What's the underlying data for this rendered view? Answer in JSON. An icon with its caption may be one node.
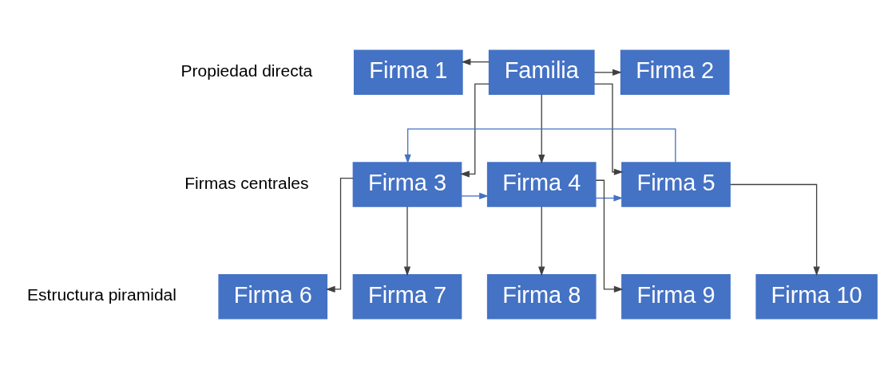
{
  "diagram": {
    "nodes": [
      {
        "text": [
          "Familia"
        ]
      },
      {
        "text": [
          "Firma 1"
        ]
      },
      {
        "text": [
          "Firma 2"
        ]
      },
      {
        "text": [
          "Firma 3"
        ]
      },
      {
        "text": [
          "Firma 4"
        ]
      },
      {
        "text": [
          "Firma 5"
        ]
      },
      {
        "text": [
          "Firma 6"
        ]
      },
      {
        "text": [
          "Firma 7"
        ]
      },
      {
        "text": [
          "Firma 8"
        ]
      },
      {
        "text": [
          "Firma 9"
        ]
      },
      {
        "text": [
          "Firma 10"
        ]
      }
    ],
    "edges": [
      {
        "from": 0,
        "to": 1,
        "arrow": "to"
      },
      {
        "from": 0,
        "to": 2,
        "arrow": "to"
      },
      {
        "from": 0,
        "to": 3,
        "arrow": "to"
      },
      {
        "from": 0,
        "to": 4,
        "arrow": "to"
      },
      {
        "from": 0,
        "to": 5,
        "arrow": "to"
      },
      {
        "from": 3,
        "to": 4,
        "arrow": "to",
        "color": "#4472c4"
      },
      {
        "from": 4,
        "to": 5,
        "arrow": "to",
        "color": "#4472c4"
      },
      {
        "from": 5,
        "to": 3,
        "arrow": "to",
        "color": "#4472c4"
      },
      {
        "from": 3,
        "to": 6,
        "arrow": "to"
      },
      {
        "from": 3,
        "to": 7,
        "arrow": "to"
      },
      {
        "from": 4,
        "to": 8,
        "arrow": "to"
      },
      {
        "from": 4,
        "to": 9,
        "arrow": "to"
      },
      {
        "from": 5,
        "to": 10,
        "arrow": "to"
      }
    ],
    "labels": [
      "Propiedad directa",
      "Firmas centrales",
      "Estructura piramidal"
    ]
  }
}
